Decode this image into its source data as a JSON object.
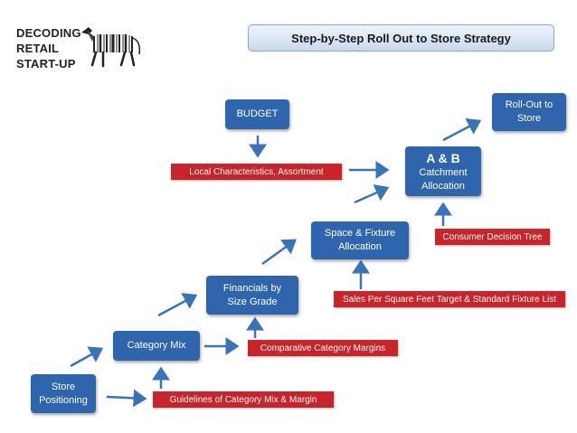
{
  "logo": {
    "lines": [
      "DECODING",
      "RETAIL",
      "START-UP"
    ],
    "image": "zebra-barcode-icon"
  },
  "title": "Step-by-Step Roll Out to Store Strategy",
  "steps": {
    "store_positioning": [
      "Store",
      "Positioning"
    ],
    "category_mix": "Category Mix",
    "financials": [
      "Financials by",
      "Size Grade"
    ],
    "space_fixture": [
      "Space & Fixture",
      "Allocation"
    ],
    "ab": {
      "heading": "A & B",
      "line1": "Catchment",
      "line2": "Allocation"
    },
    "budget": "BUDGET",
    "rollout": [
      "Roll-Out to",
      "Store"
    ]
  },
  "inputs": {
    "guidelines": "Guidelines of Category Mix & Margin",
    "comparative": "Comparative Category Margins",
    "sales_per_sqft": "Sales Per Square Feet Target & Standard Fixture List",
    "consumer_tree": "Consumer Decision Tree",
    "local_characteristics": "Local Characteristics, Assortment"
  },
  "colors": {
    "step_box": "#2e65ad",
    "input_tag": "#c8242a",
    "arrow": "#3a73b8"
  }
}
